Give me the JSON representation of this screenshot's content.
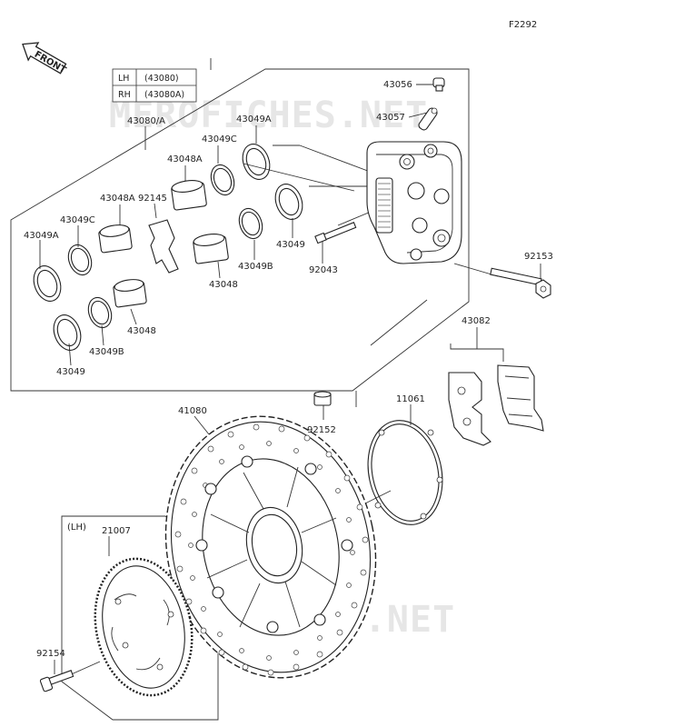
{
  "diagram_code": "F2292",
  "front_arrow_label": "FRONT",
  "watermarks": [
    "MEROFICHES.NET",
    "MEROFICHES.NET"
  ],
  "side_table": {
    "rows": [
      {
        "side": "LH",
        "part": "(43080)"
      },
      {
        "side": "RH",
        "part": "(43080A)"
      }
    ]
  },
  "lh_box_label": "(LH)",
  "callouts": [
    {
      "id": "43080_A",
      "text": "43080/A"
    },
    {
      "id": "43049A_top",
      "text": "43049A"
    },
    {
      "id": "43049C_top",
      "text": "43049C"
    },
    {
      "id": "43048A_top",
      "text": "43048A"
    },
    {
      "id": "43048A_left",
      "text": "43048A"
    },
    {
      "id": "92145",
      "text": "92145"
    },
    {
      "id": "43049C_left",
      "text": "43049C"
    },
    {
      "id": "43049A_left",
      "text": "43049A"
    },
    {
      "id": "43049_mid",
      "text": "43049"
    },
    {
      "id": "43049B_mid",
      "text": "43049B"
    },
    {
      "id": "43048_mid",
      "text": "43048"
    },
    {
      "id": "92043",
      "text": "92043"
    },
    {
      "id": "43048_low",
      "text": "43048"
    },
    {
      "id": "43049B_low",
      "text": "43049B"
    },
    {
      "id": "43049_low",
      "text": "43049"
    },
    {
      "id": "43056",
      "text": "43056"
    },
    {
      "id": "43057",
      "text": "43057"
    },
    {
      "id": "92153",
      "text": "92153"
    },
    {
      "id": "43082",
      "text": "43082"
    },
    {
      "id": "41080",
      "text": "41080"
    },
    {
      "id": "11061",
      "text": "11061"
    },
    {
      "id": "92152",
      "text": "92152"
    },
    {
      "id": "21007",
      "text": "21007"
    },
    {
      "id": "92154",
      "text": "92154"
    }
  ]
}
